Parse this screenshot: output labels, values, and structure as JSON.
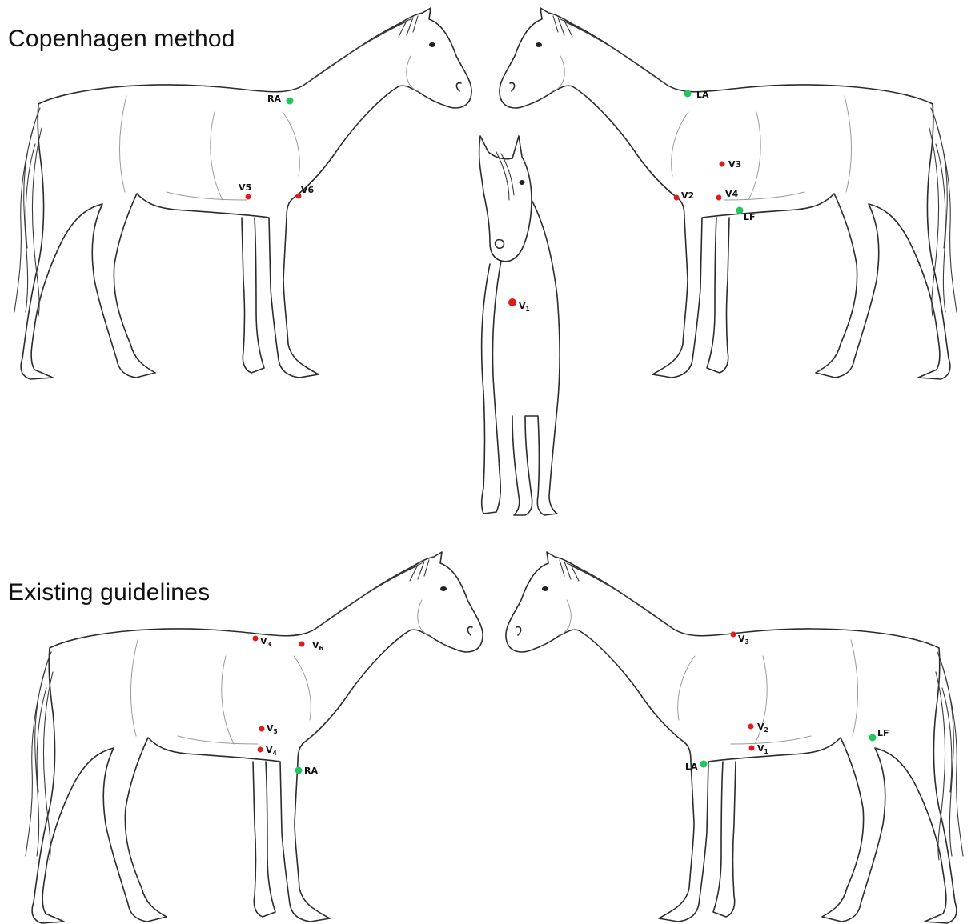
{
  "sections": {
    "top_title": "Copenhagen method",
    "bottom_title": "Existing guidelines"
  },
  "colors": {
    "chest_electrode": "#e01b1b",
    "limb_electrode": "#22c55e",
    "outline": "#2b2b2b"
  },
  "electrodes": {
    "copenhagen_right": {
      "RA": "RA",
      "V5": "V5",
      "V6": "V6"
    },
    "copenhagen_front": {
      "V1": "V",
      "V1_sub": "1"
    },
    "copenhagen_left": {
      "LA": "LA",
      "V3": "V3",
      "V2": "V2",
      "V4": "V4",
      "LF": "LF"
    },
    "existing_right": {
      "V3": "V",
      "V3_sub": "3",
      "V6": "V",
      "V6_sub": "6",
      "V5": "V",
      "V5_sub": "5",
      "V4": "V",
      "V4_sub": "4",
      "RA": "RA"
    },
    "existing_left": {
      "V3": "V",
      "V3_sub": "3",
      "V2": "V",
      "V2_sub": "2",
      "V1": "V",
      "V1_sub": "1",
      "LA": "LA",
      "LF": "LF"
    }
  }
}
